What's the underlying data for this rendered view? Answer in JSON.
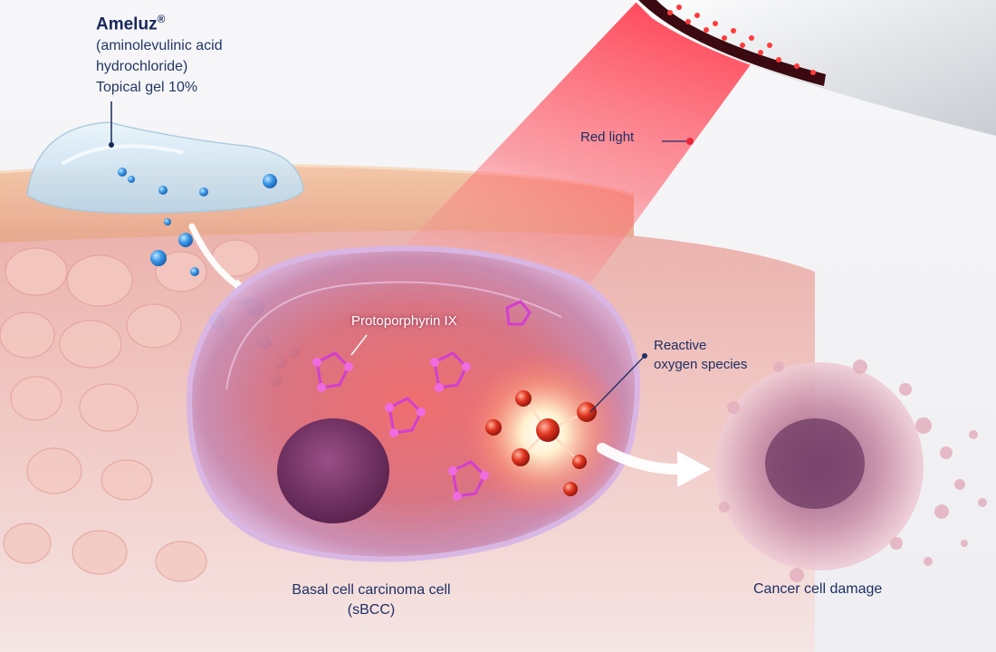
{
  "product": {
    "name": "Ameluz",
    "registered_mark": "®",
    "generic_name": "(aminolevulinic acid",
    "generic_name_2": "hydrochloride)",
    "form": "Topical gel 10%"
  },
  "labels": {
    "red_light": "Red light",
    "protoporphyrin": "Protoporphyrin IX",
    "ros_line1": "Reactive",
    "ros_line2": "oxygen species",
    "bcc_line1": "Basal cell carcinoma cell",
    "bcc_line2": "(sBCC)",
    "damage": "Cancer cell damage"
  },
  "colors": {
    "label_text": "#1f2f63",
    "red_light": "#e8283a",
    "ala_molecule": "#2a8fe0",
    "ppix_molecule": "#d23fcf",
    "ros": "#c8231b",
    "skin": "#f2b8a6"
  }
}
